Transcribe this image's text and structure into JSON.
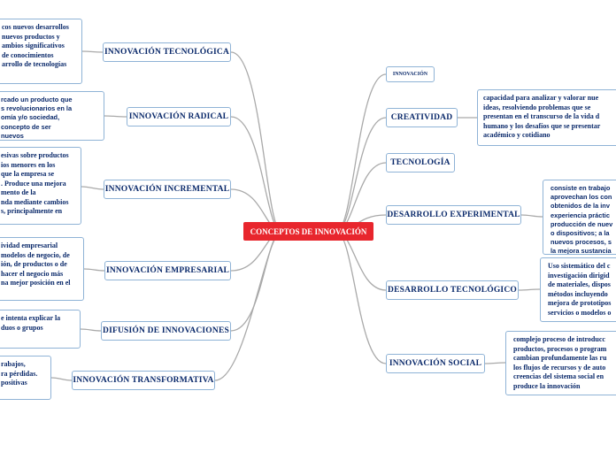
{
  "central": "CONCEPTOS DE INNOVACIÓN",
  "left_nodes": [
    {
      "label": "INNOVACIÓN TECNOLÓGICA",
      "desc": [
        "cos nuevos desarrollos",
        "nuevos productos y",
        "ambios significativos",
        "de conocimientos",
        "arrollo de tecnologías"
      ]
    },
    {
      "label": "INNOVACIÓN RADICAL",
      "desc": [
        "rcado un producto que",
        "s revolucionarios en la",
        "omía y/o sociedad,",
        "concepto de ser",
        "nuevos"
      ]
    },
    {
      "label": "INNOVACIÓN INCREMENTAL",
      "desc": [
        "esivas sobre productos",
        "ios menores en los",
        "que la empresa se",
        ". Produce una mejora",
        "mento de la",
        "nda mediante cambios",
        "s, principalmente en"
      ]
    },
    {
      "label": "INNOVACIÓN EMPRESARIAL",
      "desc": [
        "ividad empresarial",
        "modelos de negocio, de",
        "ión, de productos o de",
        "hacer el negocio más",
        "na mejor posición en el"
      ]
    },
    {
      "label": "DIFUSIÓN DE INNOVACIONES",
      "desc": [
        "e intenta explicar la",
        "duos o grupos"
      ]
    },
    {
      "label": "INNOVACIÓN TRANSFORMATIVA",
      "desc": [
        "rabajos,",
        "ra pérdidas.",
        "positivas"
      ]
    }
  ],
  "right_nodes": [
    {
      "label": "INNOVACIÓN",
      "desc": []
    },
    {
      "label": "CREATIVIDAD",
      "desc": [
        "capacidad para analizar y valorar nue",
        "ideas, resolviendo problemas que se",
        "presentan en el transcurso de la vida d",
        "humano y los desafíos que se presentar",
        "académico y cotidiano"
      ]
    },
    {
      "label": "TECNOLOGÍA",
      "desc": []
    },
    {
      "label": "DESARROLLO EXPERIMENTAL",
      "desc": [
        "consiste en trabajo",
        "aprovechan los con",
        "obtenidos de la inv",
        "experiencia práctic",
        "producción de nuev",
        "o dispositivos; a la",
        "nuevos procesos, s",
        "la mejora sustancia"
      ]
    },
    {
      "label": "DESARROLLO TECNOLÓGICO",
      "desc": [
        "Uso sistemático del c",
        "investigación dirigid",
        "de materiales, dispos",
        "métodos incluyendo",
        "mejora de prototipos",
        "servicios o modelos o"
      ]
    },
    {
      "label": "INNOVACIÓN SOCIAL",
      "desc": [
        "complejo proceso de introducc",
        "productos, procesos o program",
        "cambian profundamente las ru",
        "los flujos de recursos y de auto",
        "creencias del sistema social en",
        "produce la innovación"
      ]
    }
  ]
}
